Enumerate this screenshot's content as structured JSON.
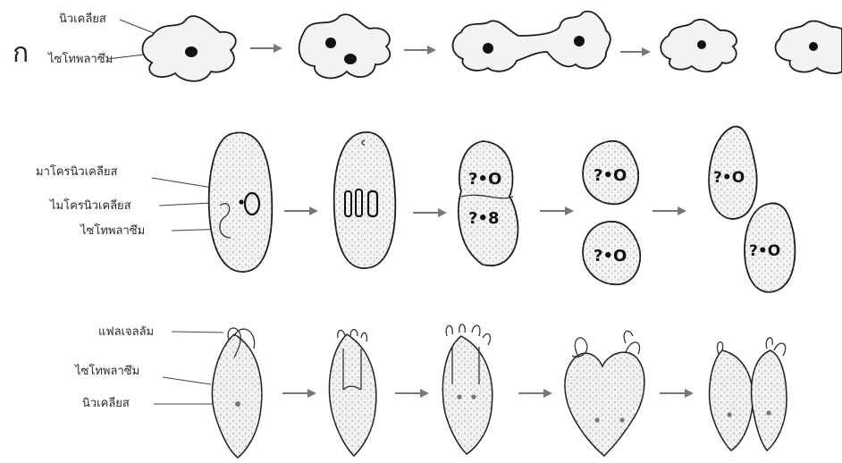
{
  "row_marker": "ก",
  "rows": [
    {
      "organism": "amoeba",
      "labels": [
        "นิวเคลียส",
        "ไซโทพลาซึม"
      ]
    },
    {
      "organism": "paramecium",
      "labels": [
        "มาโครนิวเคลียส",
        "ไมโครนิวเคลียส",
        "ไซโทพลาซึม"
      ]
    },
    {
      "organism": "euglena",
      "labels": [
        "แฟลเจลลัม",
        "ไซโทพลาซึม",
        "นิวเคลียส"
      ]
    }
  ]
}
